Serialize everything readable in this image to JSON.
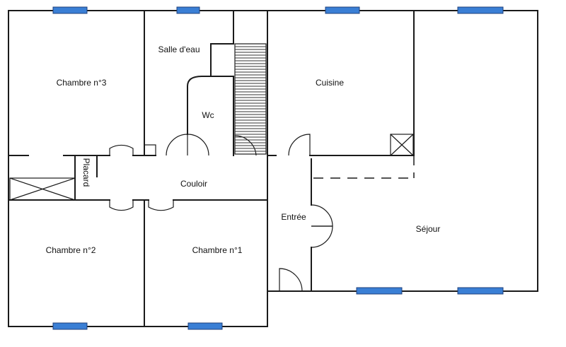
{
  "rooms": {
    "chambre3": "Chambre n°3",
    "salle_eau": "Salle d'eau",
    "wc": "Wc",
    "cuisine": "Cuisine",
    "placard": "Placard",
    "couloir": "Couloir",
    "entree": "Entrée",
    "sejour": "Séjour",
    "chambre2": "Chambre n°2",
    "chambre1": "Chambre n°1"
  },
  "colors": {
    "wall": "#1a1a1a",
    "window": "#3a7fd5"
  }
}
